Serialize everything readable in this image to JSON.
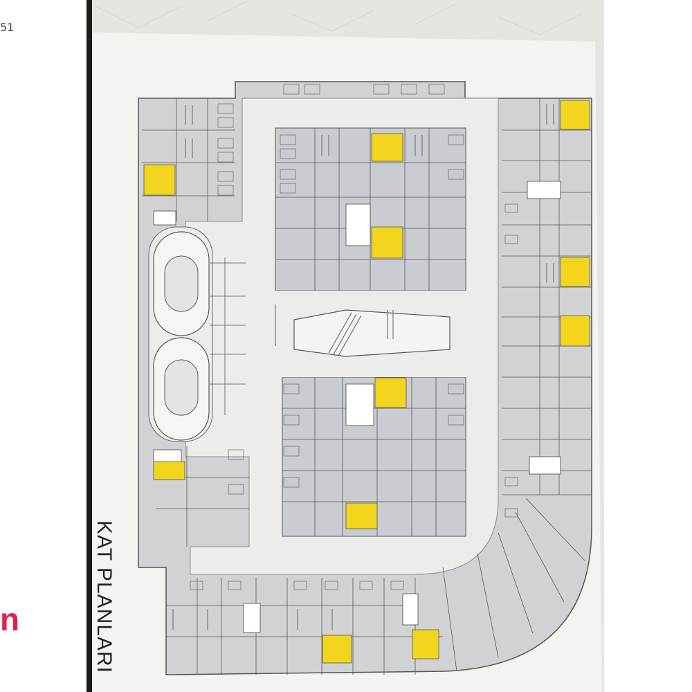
{
  "corner_number": "51",
  "brand_fragment": "n",
  "vertical_title": "KAT PLANLARI",
  "colors": {
    "highlight": "#f2d51c",
    "unit_fill": "#c9ccd0",
    "corridor": "#ececeb",
    "paper": "#f3f3ef",
    "page_border": "#222222",
    "brand": "#e0204f"
  }
}
